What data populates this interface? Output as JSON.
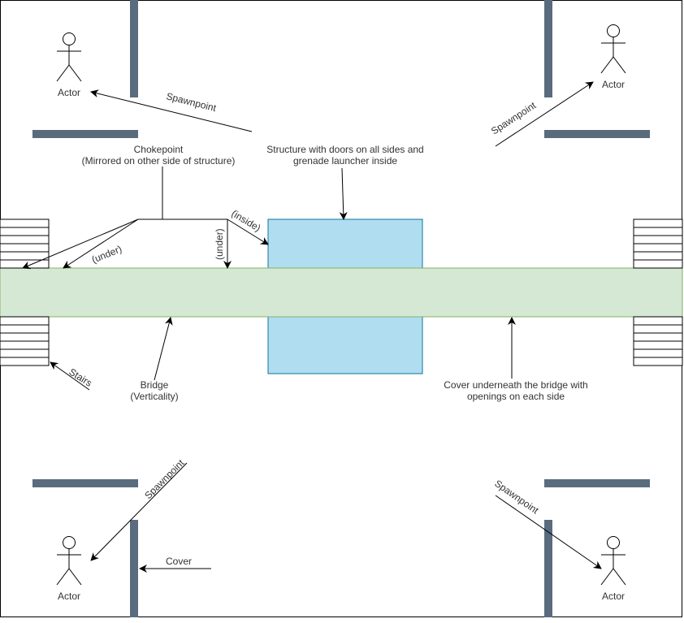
{
  "actors": [
    {
      "label": "Actor"
    },
    {
      "label": "Actor"
    },
    {
      "label": "Actor"
    },
    {
      "label": "Actor"
    }
  ],
  "labels": {
    "spawnpoint_tl": "Spawnpoint",
    "spawnpoint_tr": "Spawnpoint",
    "spawnpoint_bl": "Spawnpoint",
    "spawnpoint_br": "Spawnpoint",
    "chokepoint_line1": "Chokepoint",
    "chokepoint_line2": "(Mirrored on other side of structure)",
    "structure_line1": "Structure with doors on all sides and",
    "structure_line2": "grenade launcher inside",
    "inside": "(inside)",
    "under_left": "(under)",
    "under_right": "(under)",
    "stairs": "Stairs",
    "bridge_line1": "Bridge",
    "bridge_line2": "(Verticality)",
    "cover_under_line1": "Cover underneath the bridge with",
    "cover_under_line2": "openings on each side",
    "cover": "Cover"
  },
  "colors": {
    "structure_fill": "#b1ddf0",
    "structure_stroke": "#10739e",
    "bridge_fill": "#d5e8d4",
    "bridge_stroke": "#82b366",
    "wall": "#5a6b7e"
  }
}
